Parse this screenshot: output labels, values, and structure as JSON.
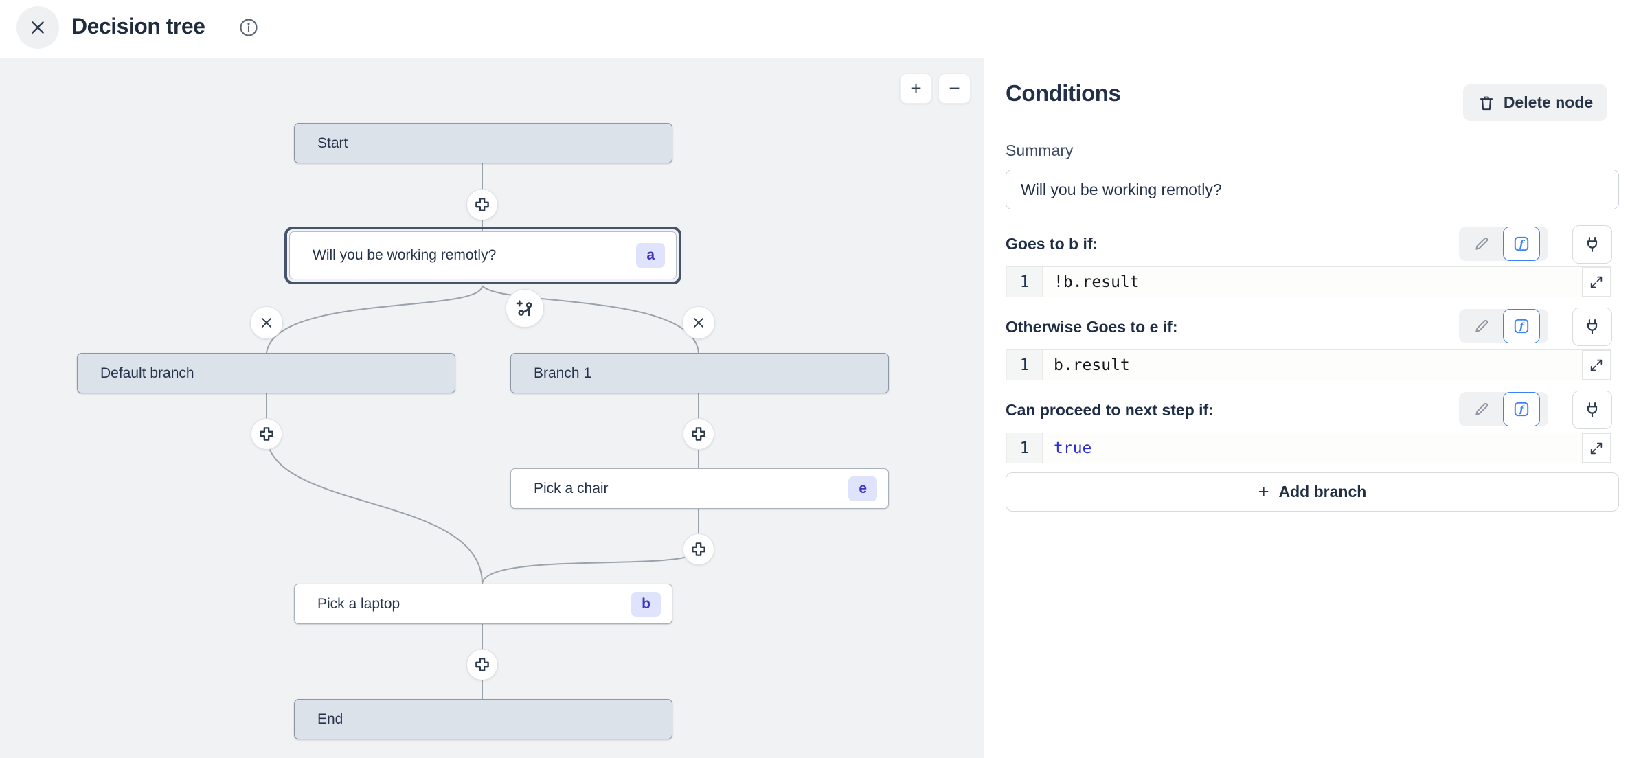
{
  "header": {
    "title": "Decision tree"
  },
  "canvas": {
    "zoom_in": "+",
    "zoom_out": "−",
    "nodes": [
      {
        "id": "start",
        "label": "Start",
        "type": "terminal"
      },
      {
        "id": "question",
        "label": "Will you be working remotly?",
        "badge": "a",
        "type": "action",
        "selected": true
      },
      {
        "id": "default-branch",
        "label": "Default branch",
        "type": "branch"
      },
      {
        "id": "branch-1",
        "label": "Branch 1",
        "type": "branch"
      },
      {
        "id": "pick-chair",
        "label": "Pick a chair",
        "badge": "e",
        "type": "action"
      },
      {
        "id": "pick-laptop",
        "label": "Pick a laptop",
        "badge": "b",
        "type": "action"
      },
      {
        "id": "end",
        "label": "End",
        "type": "terminal"
      }
    ]
  },
  "panel": {
    "title": "Conditions",
    "delete_button": "Delete node",
    "summary_label": "Summary",
    "summary_value": "Will you be working remotly?",
    "conditions": [
      {
        "label": "Goes to b if:",
        "line_number": "1",
        "code": "!b.result"
      },
      {
        "label": "Otherwise Goes to e if:",
        "line_number": "1",
        "code": "b.result"
      },
      {
        "label": "Can proceed to next step if:",
        "line_number": "1",
        "code": "true",
        "keyword": true
      }
    ],
    "add_branch_plus": "+",
    "add_branch_label": "Add branch"
  },
  "colors": {
    "canvas_bg": "#f1f2f4",
    "node_gray_fill": "#dbe2e9",
    "node_border": "#8d98a4",
    "selected_ring": "#46536a",
    "badge_bg": "#dfe3fb",
    "badge_text": "#4134c9",
    "edge_line": "#9aa2ab",
    "accent_blue": "#3f82f7",
    "code_keyword_blue": "#2a2ed6",
    "title_text": "#1f2b3e"
  }
}
